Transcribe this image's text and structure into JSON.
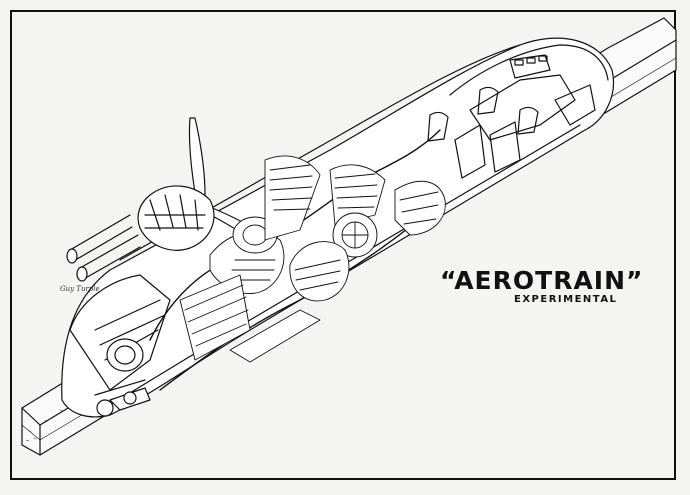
{
  "title": "“AEROTRAIN”",
  "subtitle": "EXPERIMENTAL",
  "signature": "Guy Turple",
  "colors": {
    "ink": "#111111",
    "paper": "#f4f4f2"
  }
}
